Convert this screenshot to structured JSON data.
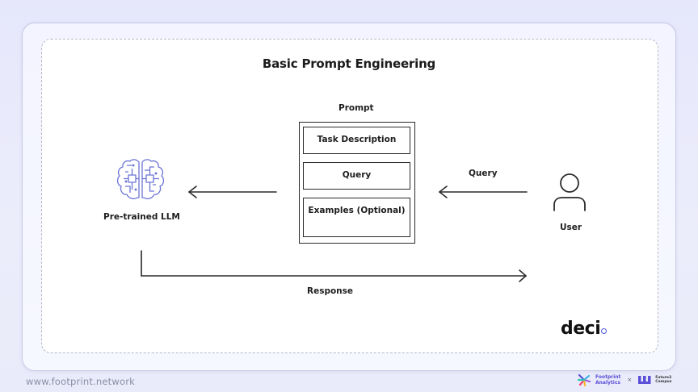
{
  "slide": {
    "title": "Basic Prompt Engineering",
    "prompt": {
      "heading": "Prompt",
      "sections": [
        "Task Description",
        "Query",
        "Examples (Optional)"
      ]
    },
    "nodes": {
      "llm": {
        "label": "Pre-trained LLM",
        "icon": "brain-chip-icon"
      },
      "user": {
        "label": "User",
        "icon": "user-icon"
      }
    },
    "edges": {
      "user_to_prompt": "Query",
      "llm_to_user": "Response"
    },
    "brand_logo": {
      "text": "deci",
      "accent": "#4e5dd8"
    }
  },
  "footer": {
    "url": "www.footprint.network",
    "partner_left": [
      "Footprint",
      "Analytics"
    ],
    "separator": "×",
    "partner_right": [
      "Future3",
      "Campus"
    ]
  },
  "colors": {
    "background": "#e8e9fb",
    "line": "#2a2a2a",
    "brain": "#6b74d6",
    "footprint_brand": "#5a4fd6"
  }
}
